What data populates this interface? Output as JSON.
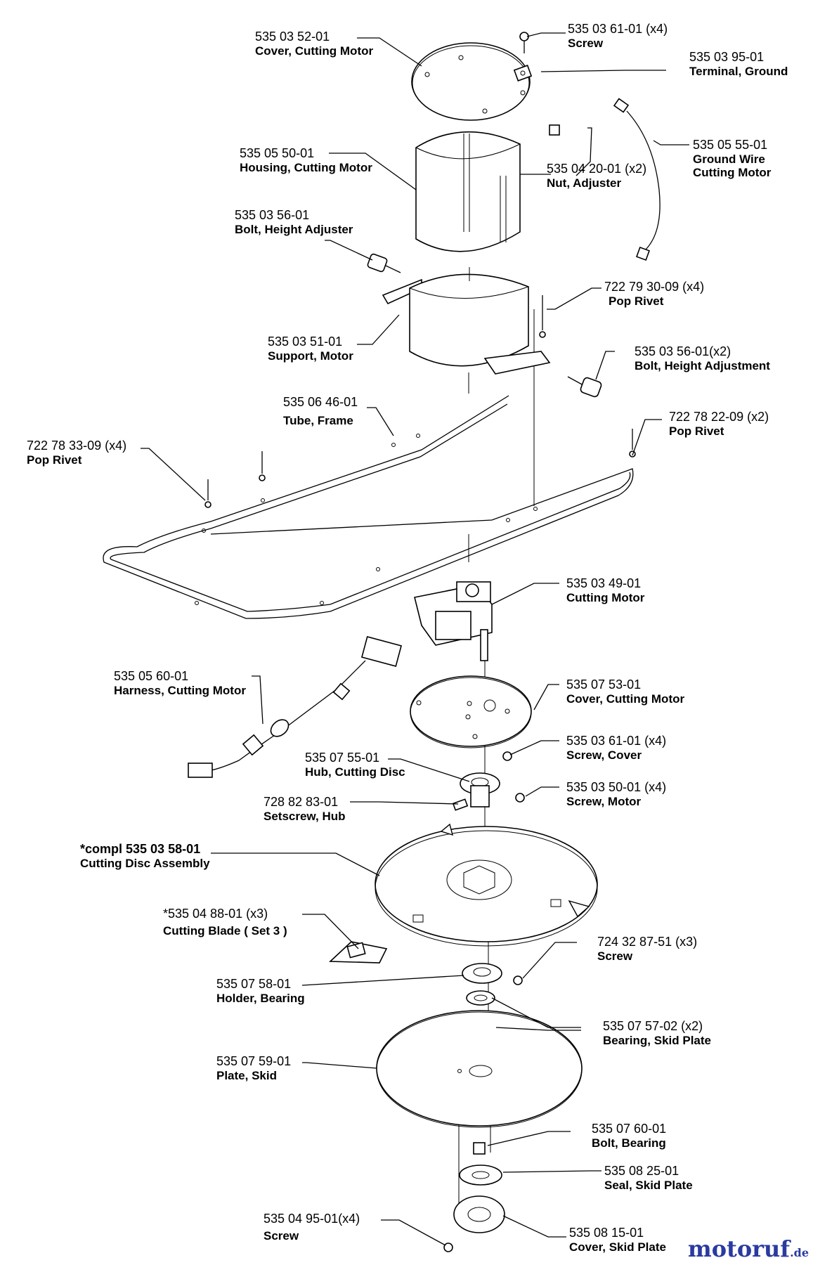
{
  "parts": [
    {
      "pn": "535 03 52-01",
      "name": "Cover, Cutting Motor"
    },
    {
      "pn": "535 03 61-01 (x4)",
      "name": "Screw"
    },
    {
      "pn": "535 03 95-01",
      "name": "Terminal, Ground"
    },
    {
      "pn": "535 05 50-01",
      "name": "Housing, Cutting Motor"
    },
    {
      "pn": "535 04 20-01 (x2)",
      "name": "Nut, Adjuster"
    },
    {
      "pn": "535 05 55-01",
      "name": "Ground Wire\nCutting Motor"
    },
    {
      "pn": "535 03 56-01",
      "name": "Bolt, Height Adjuster"
    },
    {
      "pn": "722 79 30-09 (x4)",
      "name": "Pop Rivet"
    },
    {
      "pn": "535 03 51-01",
      "name": "Support, Motor"
    },
    {
      "pn": "535 03 56-01(x2)",
      "name": "Bolt, Height Adjustment"
    },
    {
      "pn": "535 06 46-01",
      "name": "Tube, Frame"
    },
    {
      "pn": "722 78 22-09 (x2)",
      "name": "Pop Rivet"
    },
    {
      "pn": "722 78 33-09 (x4)",
      "name": "Pop Rivet"
    },
    {
      "pn": "535 03 49-01",
      "name": "Cutting Motor"
    },
    {
      "pn": "535 05 60-01",
      "name": "Harness, Cutting Motor"
    },
    {
      "pn": "535 07 53-01",
      "name": "Cover, Cutting Motor"
    },
    {
      "pn": "535 03 61-01 (x4)",
      "name": "Screw, Cover"
    },
    {
      "pn": "535 07 55-01",
      "name": "Hub, Cutting Disc"
    },
    {
      "pn": "535 03 50-01 (x4)",
      "name": "Screw, Motor"
    },
    {
      "pn": "728 82 83-01",
      "name": "Setscrew, Hub"
    },
    {
      "pn": "*compl 535 03 58-01",
      "name": "Cutting Disc Assembly"
    },
    {
      "pn": "*535 04 88-01 (x3)",
      "name": "Cutting Blade ( Set 3 )"
    },
    {
      "pn": "724 32 87-51 (x3)",
      "name": "Screw"
    },
    {
      "pn": "535 07 58-01",
      "name": "Holder, Bearing"
    },
    {
      "pn": "535 07 57-02 (x2)",
      "name": "Bearing, Skid Plate"
    },
    {
      "pn": "535 07 59-01",
      "name": "Plate, Skid"
    },
    {
      "pn": "535 07 60-01",
      "name": "Bolt, Bearing"
    },
    {
      "pn": "535 08 25-01",
      "name": "Seal, Skid Plate"
    },
    {
      "pn": "535 04 95-01(x4)",
      "name": "Screw"
    },
    {
      "pn": "535 08 15-01",
      "name": "Cover, Skid Plate"
    }
  ],
  "brand": {
    "name": "motoruf",
    "tld": ".de"
  }
}
